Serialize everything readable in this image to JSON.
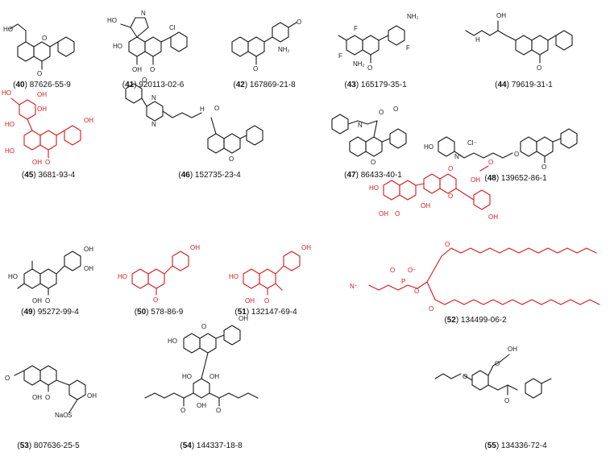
{
  "compounds": [
    {
      "id": "40",
      "cas": "87626-55-9",
      "highlight": false
    },
    {
      "id": "41",
      "cas": "920113-02-6",
      "highlight": false
    },
    {
      "id": "42",
      "cas": "167869-21-8",
      "highlight": false
    },
    {
      "id": "43",
      "cas": "165179-35-1",
      "highlight": false
    },
    {
      "id": "44",
      "cas": "79619-31-1",
      "highlight": false
    },
    {
      "id": "45",
      "cas": "3681-93-4",
      "highlight": true
    },
    {
      "id": "46",
      "cas": "152735-23-4",
      "highlight": false
    },
    {
      "id": "47",
      "cas": "86433-40-1",
      "highlight": false
    },
    {
      "id": "48",
      "cas": "139652-86-1",
      "highlight": false
    },
    {
      "id": "49",
      "cas": "95272-99-4",
      "highlight": false
    },
    {
      "id": "50",
      "cas": "578-86-9",
      "highlight": true
    },
    {
      "id": "51",
      "cas": "132147-69-4",
      "highlight": true
    },
    {
      "id": "52",
      "cas": "134499-06-2",
      "highlight": true
    },
    {
      "id": "53",
      "cas": "807636-25-5",
      "highlight": false
    },
    {
      "id": "54",
      "cas": "144337-18-8",
      "highlight": false
    },
    {
      "id": "55",
      "cas": "134336-72-4",
      "highlight": false
    }
  ],
  "atom_labels": {
    "oh": "OH",
    "ho": "HO",
    "o": "O",
    "cl": "Cl",
    "n": "N",
    "nh": "H",
    "nh2": "NH₂",
    "f": "F",
    "n_plus": "N⁺",
    "cl_minus": "Cl⁻",
    "p": "P",
    "o_minus": "O⁻",
    "na_o": "NaO",
    "s": "S"
  },
  "colors": {
    "highlight": "#d7191c",
    "default": "#1a1a1a"
  }
}
